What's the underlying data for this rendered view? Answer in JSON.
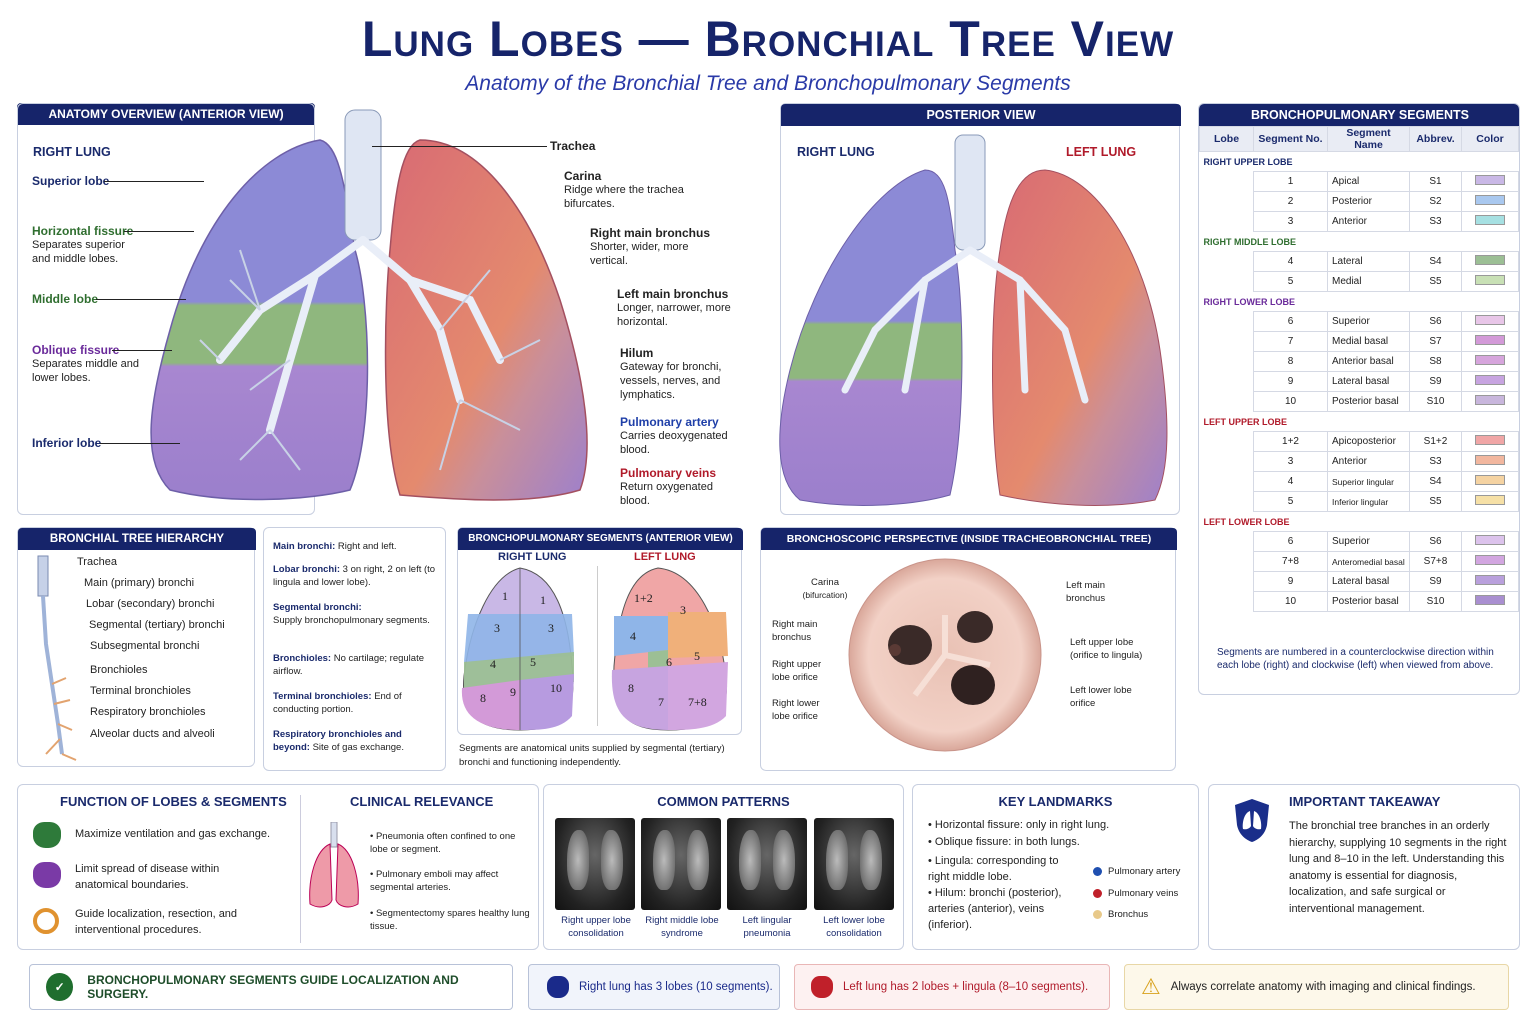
{
  "header": {
    "title": "Lung Lobes — Bronchial Tree View",
    "subtitle": "Anatomy of the Bronchial Tree and Bronchopulmonary Segments"
  },
  "anatomy": {
    "title": "ANATOMY OVERVIEW (ANTERIOR VIEW)",
    "right_lung": "RIGHT LUNG",
    "left_labels": [
      {
        "name": "Superior lobe",
        "desc": ""
      },
      {
        "name": "Horizontal fissure",
        "desc": "Separates superior and middle lobes."
      },
      {
        "name": "Middle lobe",
        "desc": ""
      },
      {
        "name": "Oblique fissure",
        "desc": "Separates middle and lower lobes."
      },
      {
        "name": "Inferior lobe",
        "desc": ""
      }
    ],
    "right_labels": [
      {
        "name": "Trachea",
        "desc": ""
      },
      {
        "name": "Carina",
        "desc": "Ridge where the trachea bifurcates."
      },
      {
        "name": "Right main bronchus",
        "desc": "Shorter, wider, more vertical."
      },
      {
        "name": "Left main bronchus",
        "desc": "Longer, narrower, more horizontal."
      },
      {
        "name": "Hilum",
        "desc": "Gateway for bronchi, vessels, nerves, and lymphatics."
      },
      {
        "name": "Pulmonary artery",
        "desc": "Carries deoxygenated blood."
      },
      {
        "name": "Pulmonary veins",
        "desc": "Return oxygenated blood."
      }
    ]
  },
  "posterior": {
    "title": "POSTERIOR VIEW",
    "right": "RIGHT LUNG",
    "left": "LEFT LUNG"
  },
  "segments_table": {
    "title": "BRONCHOPULMONARY SEGMENTS",
    "headers": [
      "Lobe",
      "Segment No.",
      "Segment Name",
      "Abbrev.",
      "Color"
    ],
    "groups": [
      {
        "lobe": "RIGHT UPPER LOBE",
        "rows": [
          [
            "1",
            "Apical",
            "S1",
            "#c9b8e6"
          ],
          [
            "2",
            "Posterior",
            "S2",
            "#a9c8ef"
          ],
          [
            "3",
            "Anterior",
            "S3",
            "#a6e0e2"
          ]
        ]
      },
      {
        "lobe": "RIGHT MIDDLE LOBE",
        "rows": [
          [
            "4",
            "Lateral",
            "S4",
            "#9cbf95"
          ],
          [
            "5",
            "Medial",
            "S5",
            "#c8e0b5"
          ]
        ]
      },
      {
        "lobe": "RIGHT LOWER LOBE",
        "rows": [
          [
            "6",
            "Superior",
            "S6",
            "#e8c6e8"
          ],
          [
            "7",
            "Medial basal",
            "S7",
            "#d39ad8"
          ],
          [
            "8",
            "Anterior basal",
            "S8",
            "#d6a5dc"
          ],
          [
            "9",
            "Lateral basal",
            "S9",
            "#c7a4e0"
          ],
          [
            "10",
            "Posterior basal",
            "S10",
            "#c8b6dc"
          ]
        ]
      },
      {
        "lobe": "LEFT UPPER LOBE",
        "rows": [
          [
            "1+2",
            "Apicoposterior",
            "S1+2",
            "#f0a6a6"
          ],
          [
            "3",
            "Anterior",
            "S3",
            "#f2b79f"
          ],
          [
            "4",
            "Superior lingular",
            "S4",
            "#f5d3a2"
          ],
          [
            "5",
            "Inferior lingular",
            "S5",
            "#f6e0a6"
          ]
        ]
      },
      {
        "lobe": "LEFT LOWER LOBE",
        "rows": [
          [
            "6",
            "Superior",
            "S6",
            "#dcc3ec"
          ],
          [
            "7+8",
            "Anteromedial basal",
            "S7+8",
            "#d2a6e0"
          ],
          [
            "9",
            "Lateral basal",
            "S9",
            "#b9a0dc"
          ],
          [
            "10",
            "Posterior basal",
            "S10",
            "#a98fd0"
          ]
        ]
      }
    ],
    "note": "Segments are numbered in a counterclockwise direction within each lobe (right) and clockwise (left) when viewed from above."
  },
  "hierarchy": {
    "title": "BRONCHIAL TREE HIERARCHY",
    "items": [
      "Trachea",
      "Main (primary) bronchi",
      "Lobar (secondary) bronchi",
      "Segmental (tertiary) bronchi",
      "Subsegmental bronchi",
      "Bronchioles",
      "Terminal bronchioles",
      "Respiratory bronchioles",
      "Alveolar ducts and alveoli"
    ]
  },
  "hier_notes": [
    {
      "k": "Main bronchi:",
      "v": "Right and left."
    },
    {
      "k": "Lobar bronchi:",
      "v": "3 on right, 2 on left (to lingula and lower lobe)."
    },
    {
      "k": "Segmental bronchi:",
      "v": "Supply bronchopulmonary segments."
    },
    {
      "k": "Bronchioles:",
      "v": "No cartilage; regulate airflow."
    },
    {
      "k": "Terminal bronchioles:",
      "v": "End of conducting portion."
    },
    {
      "k": "Respiratory bronchioles and beyond:",
      "v": "Site of gas exchange."
    }
  ],
  "seg_anterior": {
    "title": "BRONCHOPULMONARY SEGMENTS (ANTERIOR VIEW)",
    "right": "RIGHT LUNG",
    "left": "LEFT LUNG",
    "right_nums": [
      "1",
      "1",
      "3",
      "3",
      "4",
      "5",
      "8",
      "9",
      "10"
    ],
    "left_nums": [
      "1+2",
      "3",
      "4",
      "5",
      "6",
      "8",
      "7",
      "7+8"
    ],
    "note": "Segments are anatomical units supplied by segmental (tertiary) bronchi and functioning independently."
  },
  "bronchoscopic": {
    "title": "BRONCHOSCOPIC PERSPECTIVE (INSIDE TRACHEOBRONCHIAL TREE)",
    "labels": {
      "carina": "Carina",
      "carina_sub": "(bifurcation)",
      "rmb": "Right main bronchus",
      "rul": "Right upper lobe orifice",
      "rll": "Right lower lobe orifice",
      "lmb": "Left main bronchus",
      "lul": "Left upper lobe (orifice to lingula)",
      "lll": "Left lower lobe orifice"
    }
  },
  "function": {
    "title": "FUNCTION OF LOBES & SEGMENTS",
    "items": [
      "Maximize ventilation and gas exchange.",
      "Limit spread of disease within anatomical boundaries.",
      "Guide localization, resection, and interventional procedures."
    ]
  },
  "clinical": {
    "title": "CLINICAL RELEVANCE",
    "items": [
      "Pneumonia often confined to one lobe or segment.",
      "Pulmonary emboli may affect segmental arteries.",
      "Segmentectomy spares healthy lung tissue."
    ]
  },
  "patterns": {
    "title": "COMMON PATTERNS",
    "items": [
      "Right upper lobe consolidation",
      "Right middle lobe syndrome",
      "Left lingular pneumonia",
      "Left lower lobe consolidation"
    ]
  },
  "landmarks": {
    "title": "KEY LANDMARKS",
    "items": [
      "Horizontal fissure: only in right lung.",
      "Oblique fissure: in both lungs.",
      "Lingula: corresponding to right middle lobe.",
      "Hilum: bronchi (posterior), arteries (anterior), veins (inferior)."
    ],
    "legend": [
      {
        "label": "Pulmonary artery",
        "color": "#1f4fb0"
      },
      {
        "label": "Pulmonary veins",
        "color": "#c0202a"
      },
      {
        "label": "Bronchus",
        "color": "#e8c98a"
      }
    ]
  },
  "takeaway": {
    "title": "IMPORTANT TAKEAWAY",
    "text": "The bronchial tree branches in an orderly hierarchy, supplying 10 segments in the right lung and 8–10 in the left. Understanding this anatomy is essential for diagnosis, localization, and safe surgical or interventional management."
  },
  "bottom": [
    "BRONCHOPULMONARY SEGMENTS GUIDE LOCALIZATION AND SURGERY.",
    "Right lung has 3 lobes (10 segments).",
    "Left lung has 2 lobes + lingula (8–10 segments).",
    "Always correlate anatomy with imaging and clinical findings."
  ]
}
